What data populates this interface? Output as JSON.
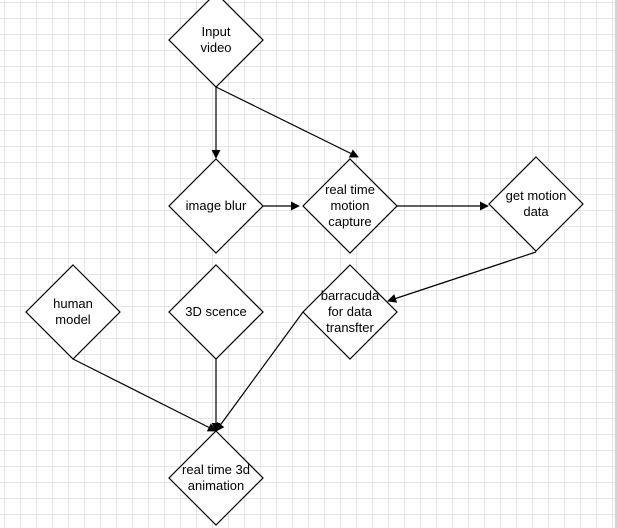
{
  "diagram": {
    "nodes": [
      {
        "id": "input-video",
        "lines": [
          "Input",
          "video"
        ]
      },
      {
        "id": "image-blur",
        "lines": [
          "image blur"
        ]
      },
      {
        "id": "motion-capture",
        "lines": [
          "real time",
          "motion",
          "capture"
        ]
      },
      {
        "id": "get-motion-data",
        "lines": [
          "get motion",
          "data"
        ]
      },
      {
        "id": "human-model",
        "lines": [
          "human",
          "model"
        ]
      },
      {
        "id": "scene-3d",
        "lines": [
          "3D scence"
        ]
      },
      {
        "id": "barracuda",
        "lines": [
          "barracuda",
          "for data",
          "transfter"
        ]
      },
      {
        "id": "animation-3d",
        "lines": [
          "real time 3d",
          "animation"
        ]
      }
    ],
    "edges": [
      {
        "from": "input-video",
        "to": "image-blur"
      },
      {
        "from": "input-video",
        "to": "motion-capture"
      },
      {
        "from": "image-blur",
        "to": "motion-capture"
      },
      {
        "from": "motion-capture",
        "to": "get-motion-data"
      },
      {
        "from": "get-motion-data",
        "to": "barracuda"
      },
      {
        "from": "human-model",
        "to": "animation-3d"
      },
      {
        "from": "scene-3d",
        "to": "animation-3d"
      },
      {
        "from": "barracuda",
        "to": "animation-3d"
      }
    ]
  }
}
